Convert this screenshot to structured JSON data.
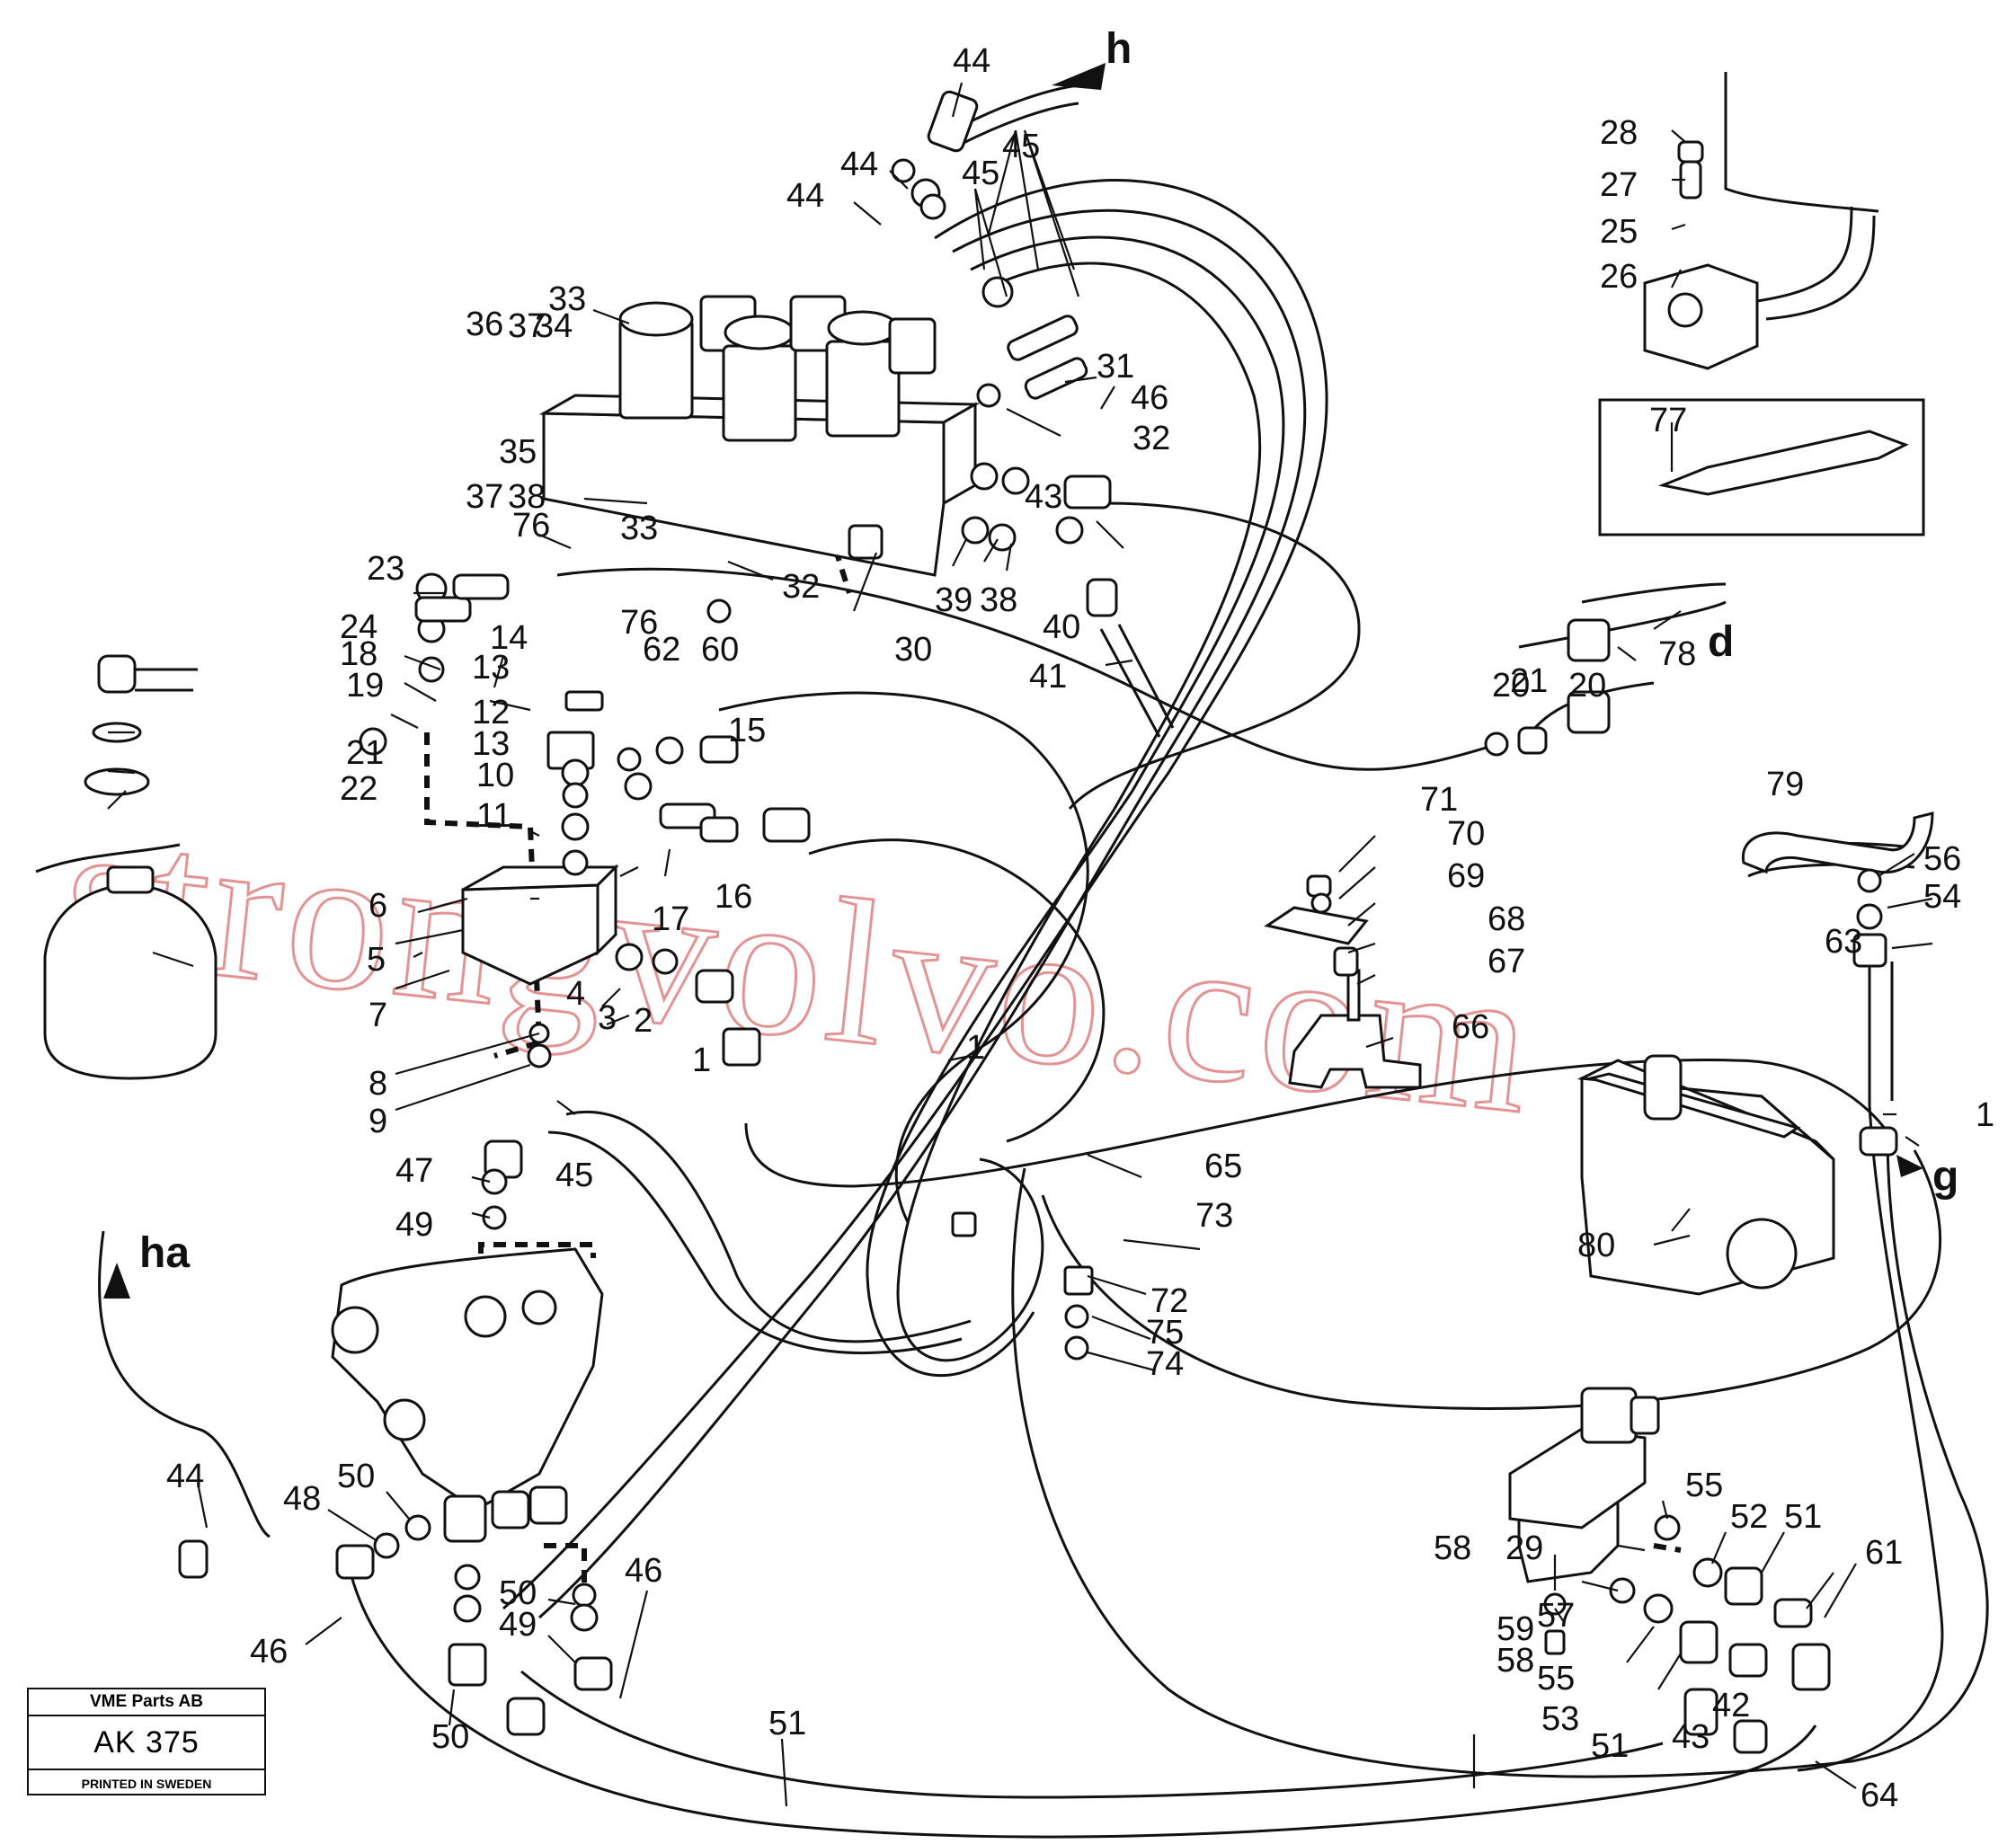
{
  "stamp": {
    "company": "VME Parts AB",
    "code": "AK 375",
    "printed": "PRINTED IN SWEDEN"
  },
  "watermark": "strongvolvo.com",
  "connection_refs": [
    "h",
    "d",
    "g",
    "ha"
  ],
  "part_labels": [
    "1",
    "1",
    "1",
    "2",
    "3",
    "4",
    "5",
    "6",
    "7",
    "8",
    "9",
    "10",
    "11",
    "12",
    "13",
    "13",
    "14",
    "15",
    "16",
    "17",
    "18",
    "19",
    "20",
    "20",
    "21",
    "21",
    "22",
    "23",
    "24",
    "25",
    "26",
    "27",
    "28",
    "29",
    "30",
    "31",
    "32",
    "32",
    "33",
    "33",
    "34",
    "35",
    "36",
    "37",
    "37",
    "38",
    "38",
    "39",
    "40",
    "41",
    "42",
    "43",
    "43",
    "44",
    "44",
    "44",
    "44",
    "45",
    "45",
    "45",
    "46",
    "46",
    "46",
    "47",
    "48",
    "49",
    "49",
    "50",
    "50",
    "50",
    "51",
    "51",
    "51",
    "52",
    "53",
    "54",
    "55",
    "55",
    "56",
    "57",
    "58",
    "58",
    "59",
    "60",
    "61",
    "62",
    "63",
    "64",
    "65",
    "66",
    "67",
    "68",
    "69",
    "70",
    "71",
    "72",
    "73",
    "74",
    "75",
    "76",
    "76",
    "77",
    "78",
    "79",
    "80"
  ]
}
